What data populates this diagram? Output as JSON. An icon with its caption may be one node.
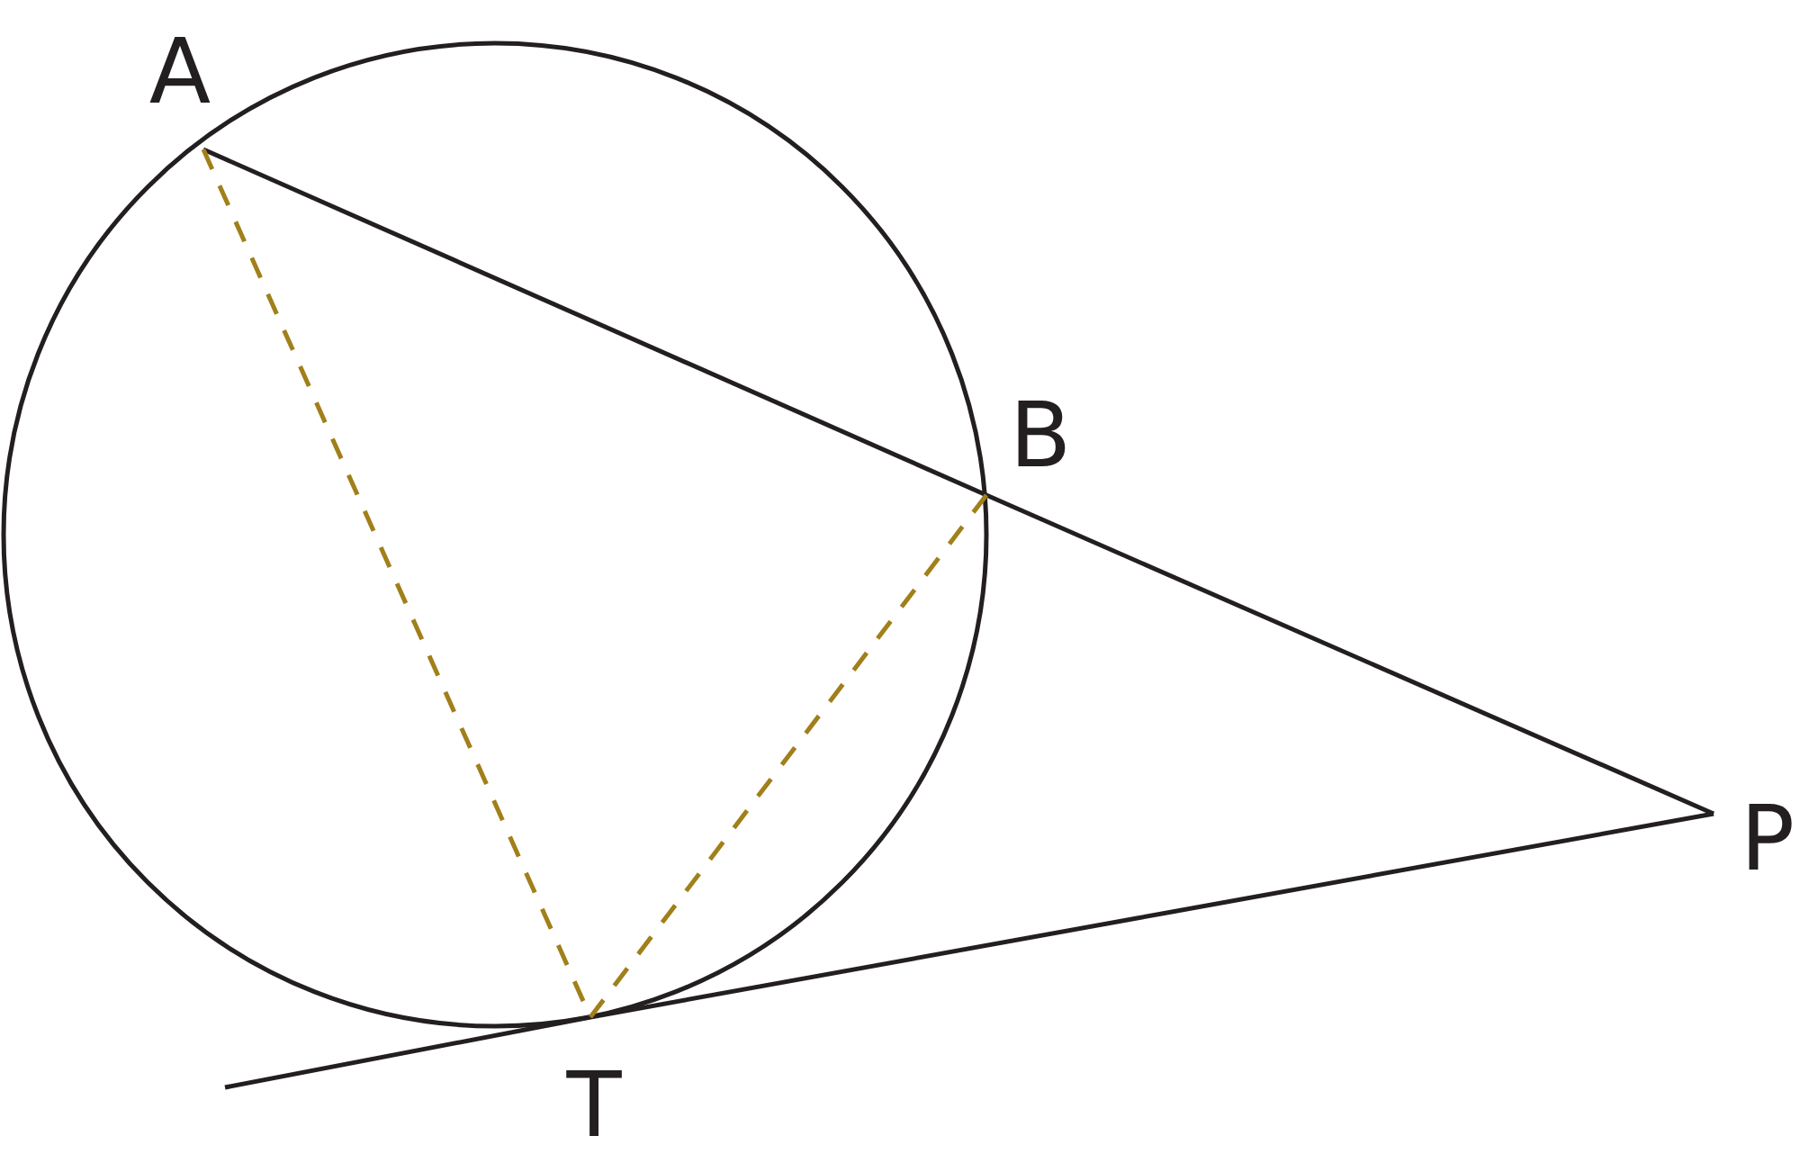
{
  "diagram": {
    "nodes": [
      {
        "text": [
          "A"
        ]
      },
      {
        "text": [
          "B"
        ]
      },
      {
        "text": [
          "P"
        ]
      },
      {
        "text": [
          "T"
        ]
      }
    ],
    "edges": [
      {
        "from": 0,
        "to": 1,
        "arrow": "none"
      },
      {
        "from": 1,
        "to": 2,
        "arrow": "none"
      },
      {
        "from": 2,
        "to": 3,
        "arrow": "none"
      },
      {
        "from": 3,
        "to": null,
        "arrow": "none"
      },
      {
        "from": 0,
        "to": 3,
        "arrow": "none",
        "style": "dashed",
        "color": "#a17f1a"
      },
      {
        "from": 1,
        "to": 3,
        "arrow": "none",
        "style": "dashed",
        "color": "#a17f1a"
      }
    ]
  }
}
